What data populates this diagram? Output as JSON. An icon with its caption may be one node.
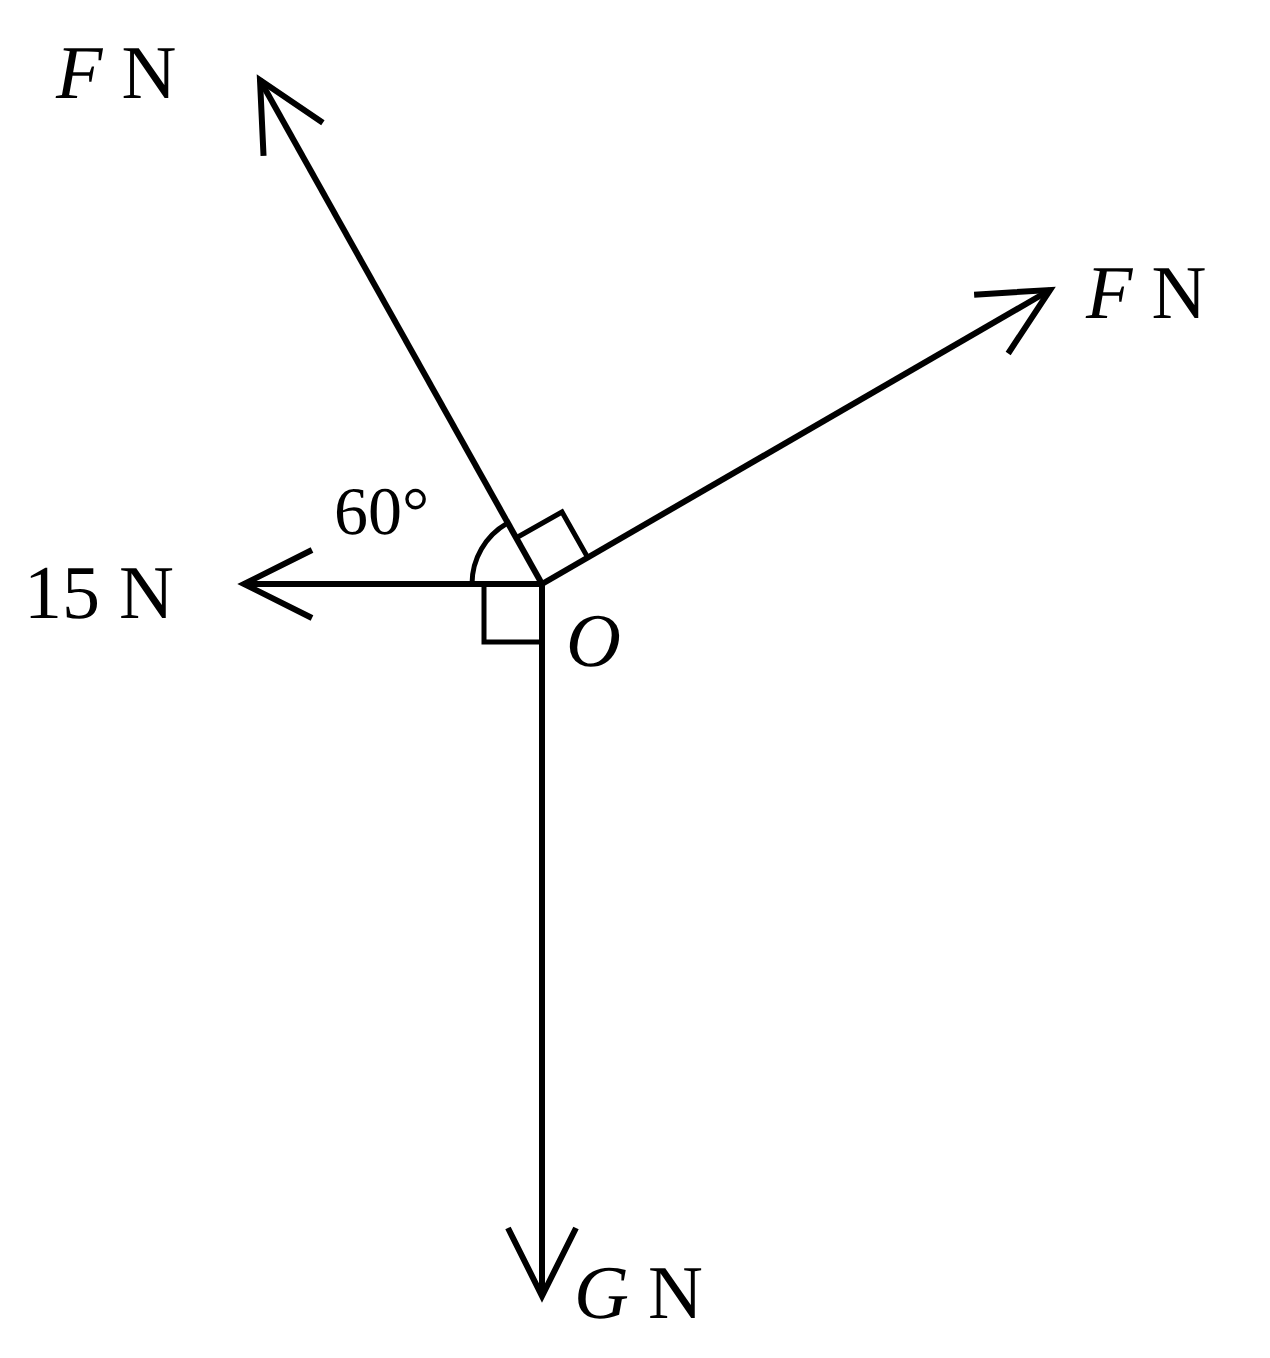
{
  "diagram": {
    "labels": [
      "*F* N",
      "*F* N",
      "60°",
      "15 N",
      "O",
      "*G* N"
    ]
  }
}
